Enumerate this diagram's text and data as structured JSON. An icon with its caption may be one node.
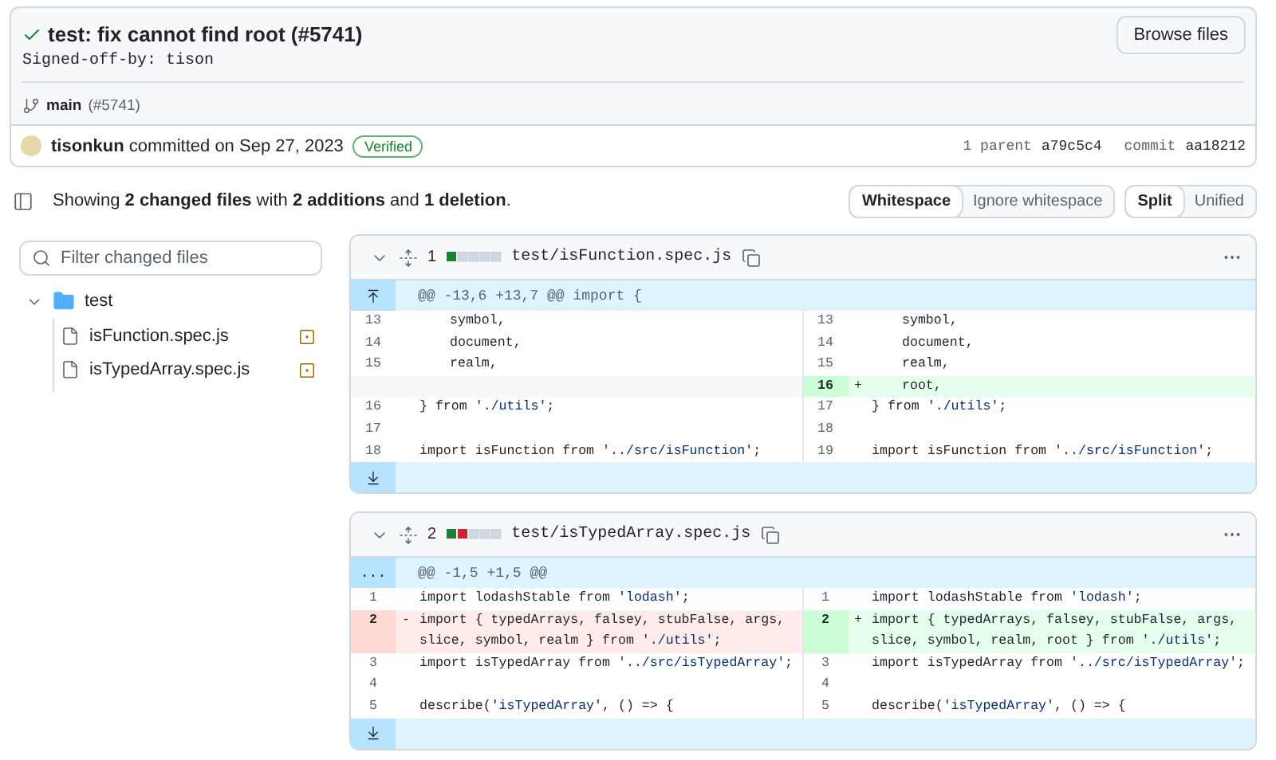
{
  "diagram": {
    "nodes": [
      {
        "text": [
          "test: fix cannot find root (#5741)",
          "Signed-off-by: tison",
          "main",
          "(#5741)",
          "**tisonkun** committed on Sep 27, 2023",
          "1 parent",
          "a79c5c4",
          "commit",
          "aa18212"
        ]
      },
      {
        "text": [
          "Browse files"
        ],
        "in": 0
      },
      {
        "text": [
          "Verified"
        ],
        "in": 0
      },
      {
        "text": [
          "1",
          "test/isFunction.spec.js",
          "@@ -13,6 +13,7 @@ import {",
          "13",
          "symbol,",
          "13",
          "symbol,",
          "14",
          "document,",
          "14",
          "document,",
          "15",
          "realm,",
          "15",
          "realm,",
          "16",
          "+",
          "root,",
          "16",
          "} from './utils';",
          "17",
          "} from './utils';",
          "17",
          "18",
          "18",
          "import isFunction from '../src/isFunction';",
          "19",
          "import isFunction from '../src/isFunction';"
        ]
      },
      {
        "text": [
          "2",
          "test/isTypedArray.spec.js",
          "...",
          "@@ -1,5 +1,5 @@",
          "1",
          "import lodashStable from 'lodash';",
          "1",
          "import lodashStable from 'lodash';",
          "2",
          "-",
          "import { typedArrays, falsey, stubFalse, args, slice, symbol, realm } from './utils';",
          "2",
          "+",
          "import { typedArrays, falsey, stubFalse, args, slice, symbol, realm, root } from './utils';",
          "3",
          "import isTypedArray from '../src/isTypedArray';",
          "3",
          "import isTypedArray from '../src/isTypedArray';",
          "4",
          "4",
          "5",
          "describe('isTypedArray', () => {",
          "5",
          "describe('isTypedArray', () => {"
        ]
      },
      {
        "text": [
          "Whitespace",
          "Ignore whitespace"
        ]
      },
      {
        "text": [
          "Split",
          "Unified"
        ]
      }
    ],
    "labels": [
      "Showing **2 changed files** with **2 additions** and **1 deletion**.",
      "Filter changed files",
      "test",
      "isFunction.spec.js",
      "isTypedArray.spec.js"
    ]
  }
}
